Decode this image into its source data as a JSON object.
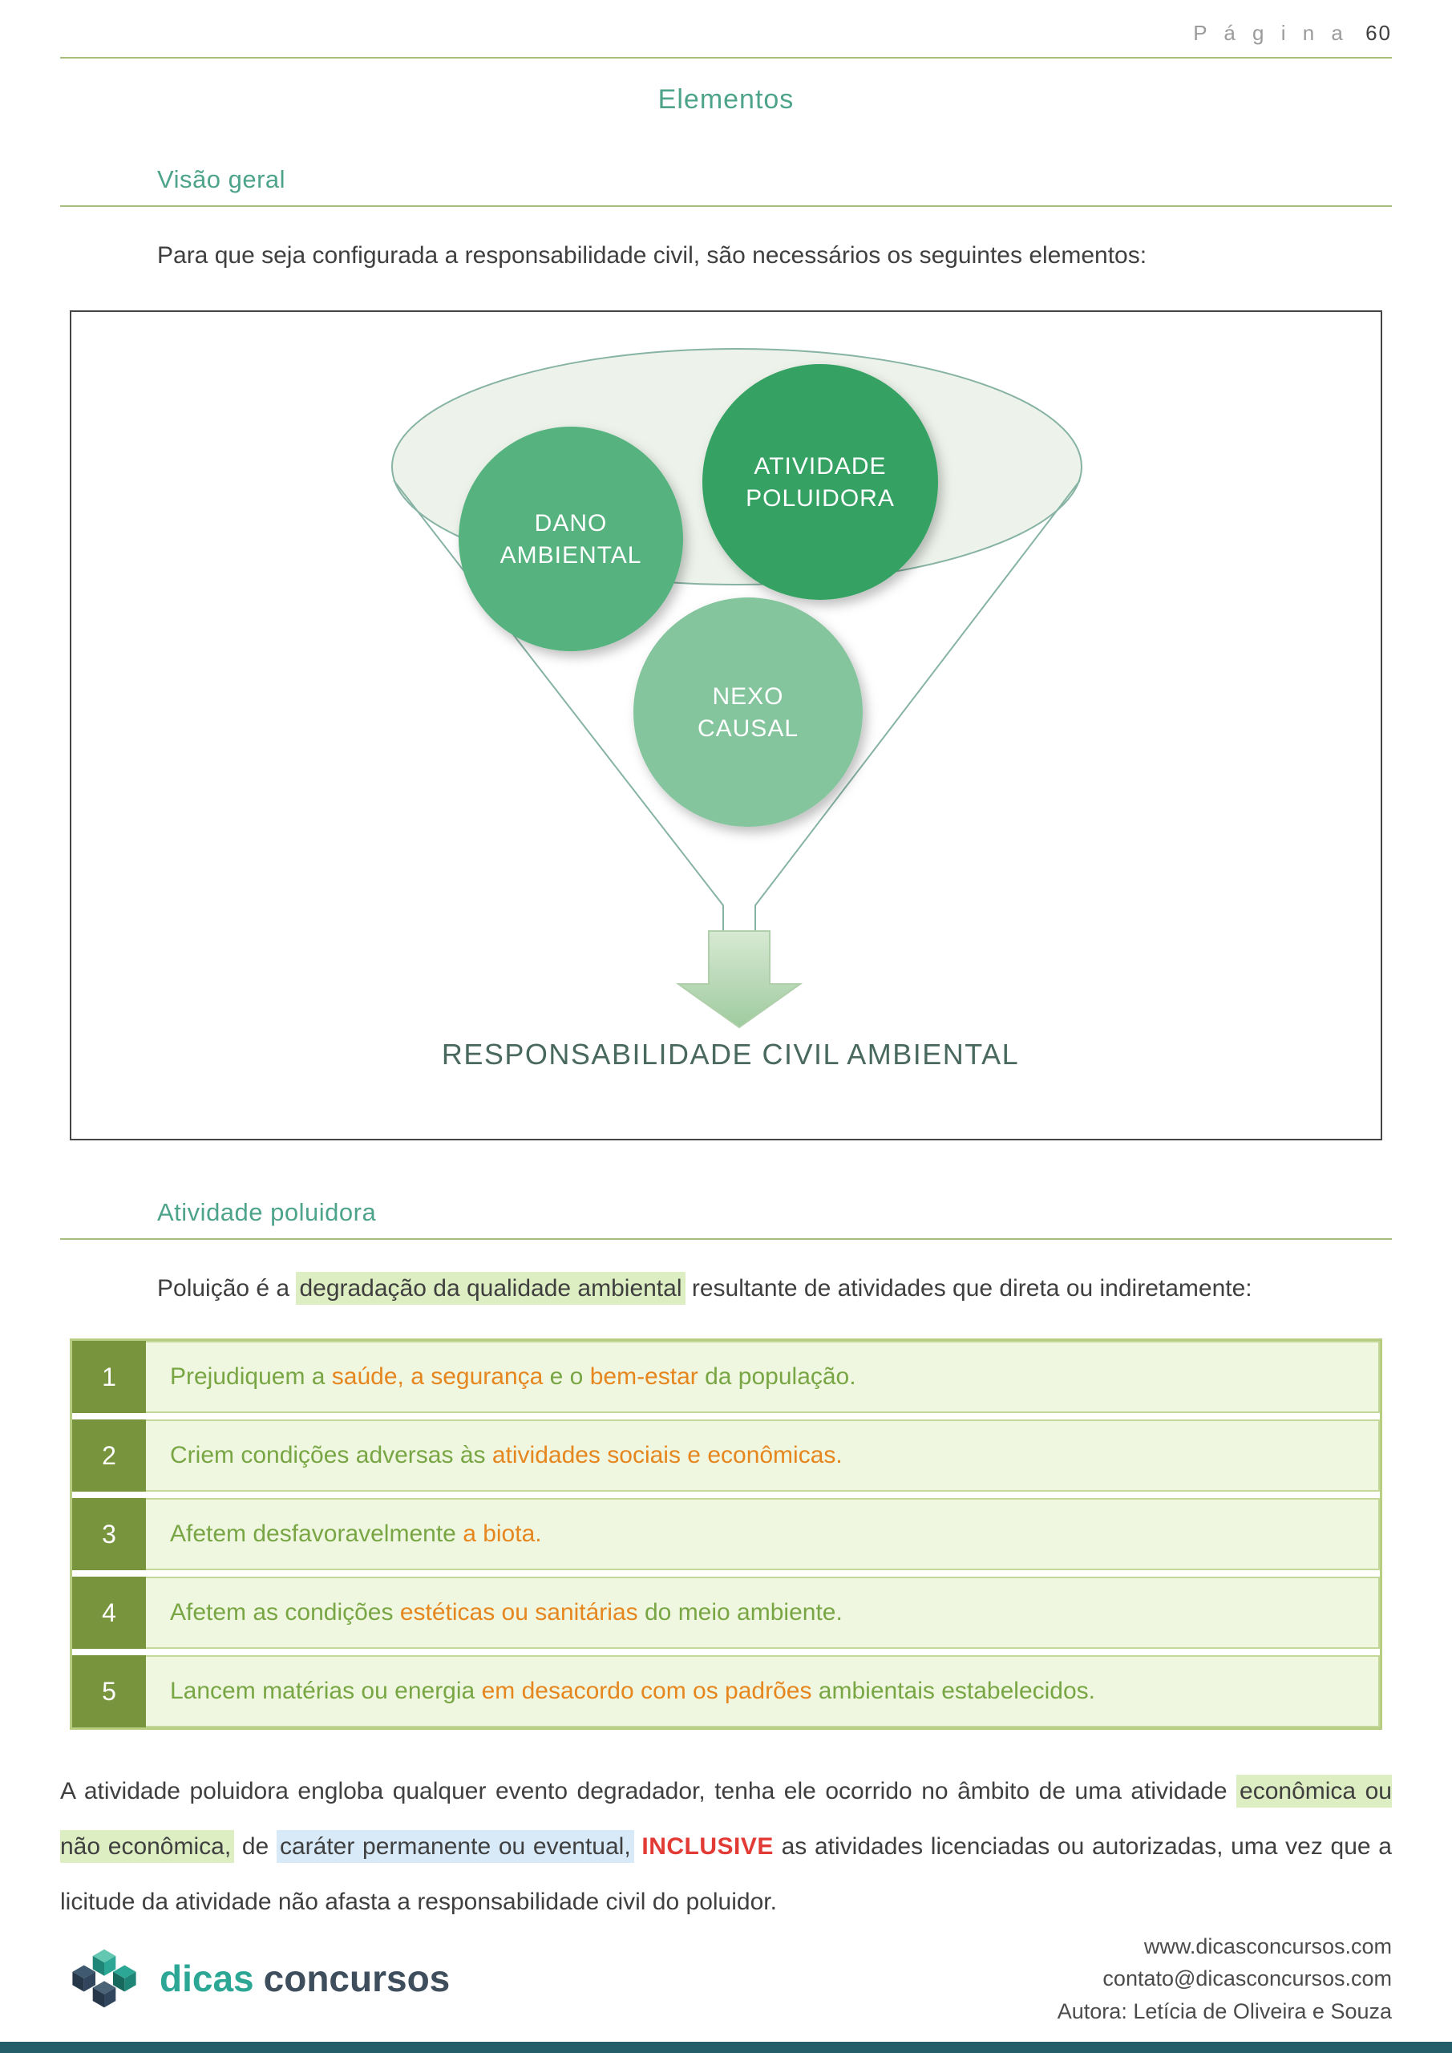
{
  "header": {
    "page_label": "P á g i n a",
    "page_number": "60"
  },
  "title": "Elementos",
  "visao_geral": {
    "heading": "Visão geral",
    "intro": "Para que seja configurada a responsabilidade civil, são necessários os seguintes elementos:"
  },
  "diagram": {
    "circles": {
      "dano": {
        "line1": "DANO",
        "line2": "AMBIENTAL",
        "color": "#56b27e"
      },
      "atividade": {
        "line1": "ATIVIDADE",
        "line2": "POLUIDORA",
        "color": "#36a263"
      },
      "nexo": {
        "line1": "NEXO",
        "line2": "CAUSAL",
        "color": "#85c59e"
      }
    },
    "caption": "RESPONSABILIDADE CIVIL AMBIENTAL"
  },
  "atividade_poluidora": {
    "heading": "Atividade poluidora",
    "intro": {
      "p1": "Poluição é a ",
      "hl": "degradação da qualidade ambiental",
      "p2": " resultante de atividades que direta ou indiretamente:"
    },
    "rows": [
      {
        "num": "1",
        "a": "Prejudiquem a ",
        "b": "saúde, a segurança",
        "c": " e o ",
        "d": "bem-estar",
        "e": " da população."
      },
      {
        "num": "2",
        "a": "Criem condições adversas às ",
        "b": "atividades sociais e econômicas."
      },
      {
        "num": "3",
        "a": "Afetem desfavoravelmente ",
        "b": "a biota."
      },
      {
        "num": "4",
        "a": "Afetem as condições ",
        "b": "estéticas ou sanitárias",
        "c": " do meio ambiente."
      },
      {
        "num": "5",
        "a": "Lancem matérias ou energia ",
        "b": "em desacordo com os padrões",
        "c": " ambientais estabelecidos."
      }
    ],
    "closing": {
      "p1": "A atividade poluidora engloba qualquer evento degradador, tenha ele ocorrido no âmbito de uma atividade ",
      "hl_green": "econômica ou não econômica,",
      "p2": " de ",
      "hl_blue": "caráter permanente ou eventual,",
      "p3": " ",
      "red": "INCLUSIVE",
      "p4": " as atividades licenciadas ou autorizadas, uma vez que a licitude da atividade não afasta a responsabilidade civil do poluidor."
    }
  },
  "footer": {
    "brand": {
      "dicas": "dicas",
      "concursos": "concursos"
    },
    "lines": [
      "www.dicasconcursos.com",
      "contato@dicasconcursos.com",
      "Autora: Letícia de Oliveira e Souza"
    ]
  }
}
